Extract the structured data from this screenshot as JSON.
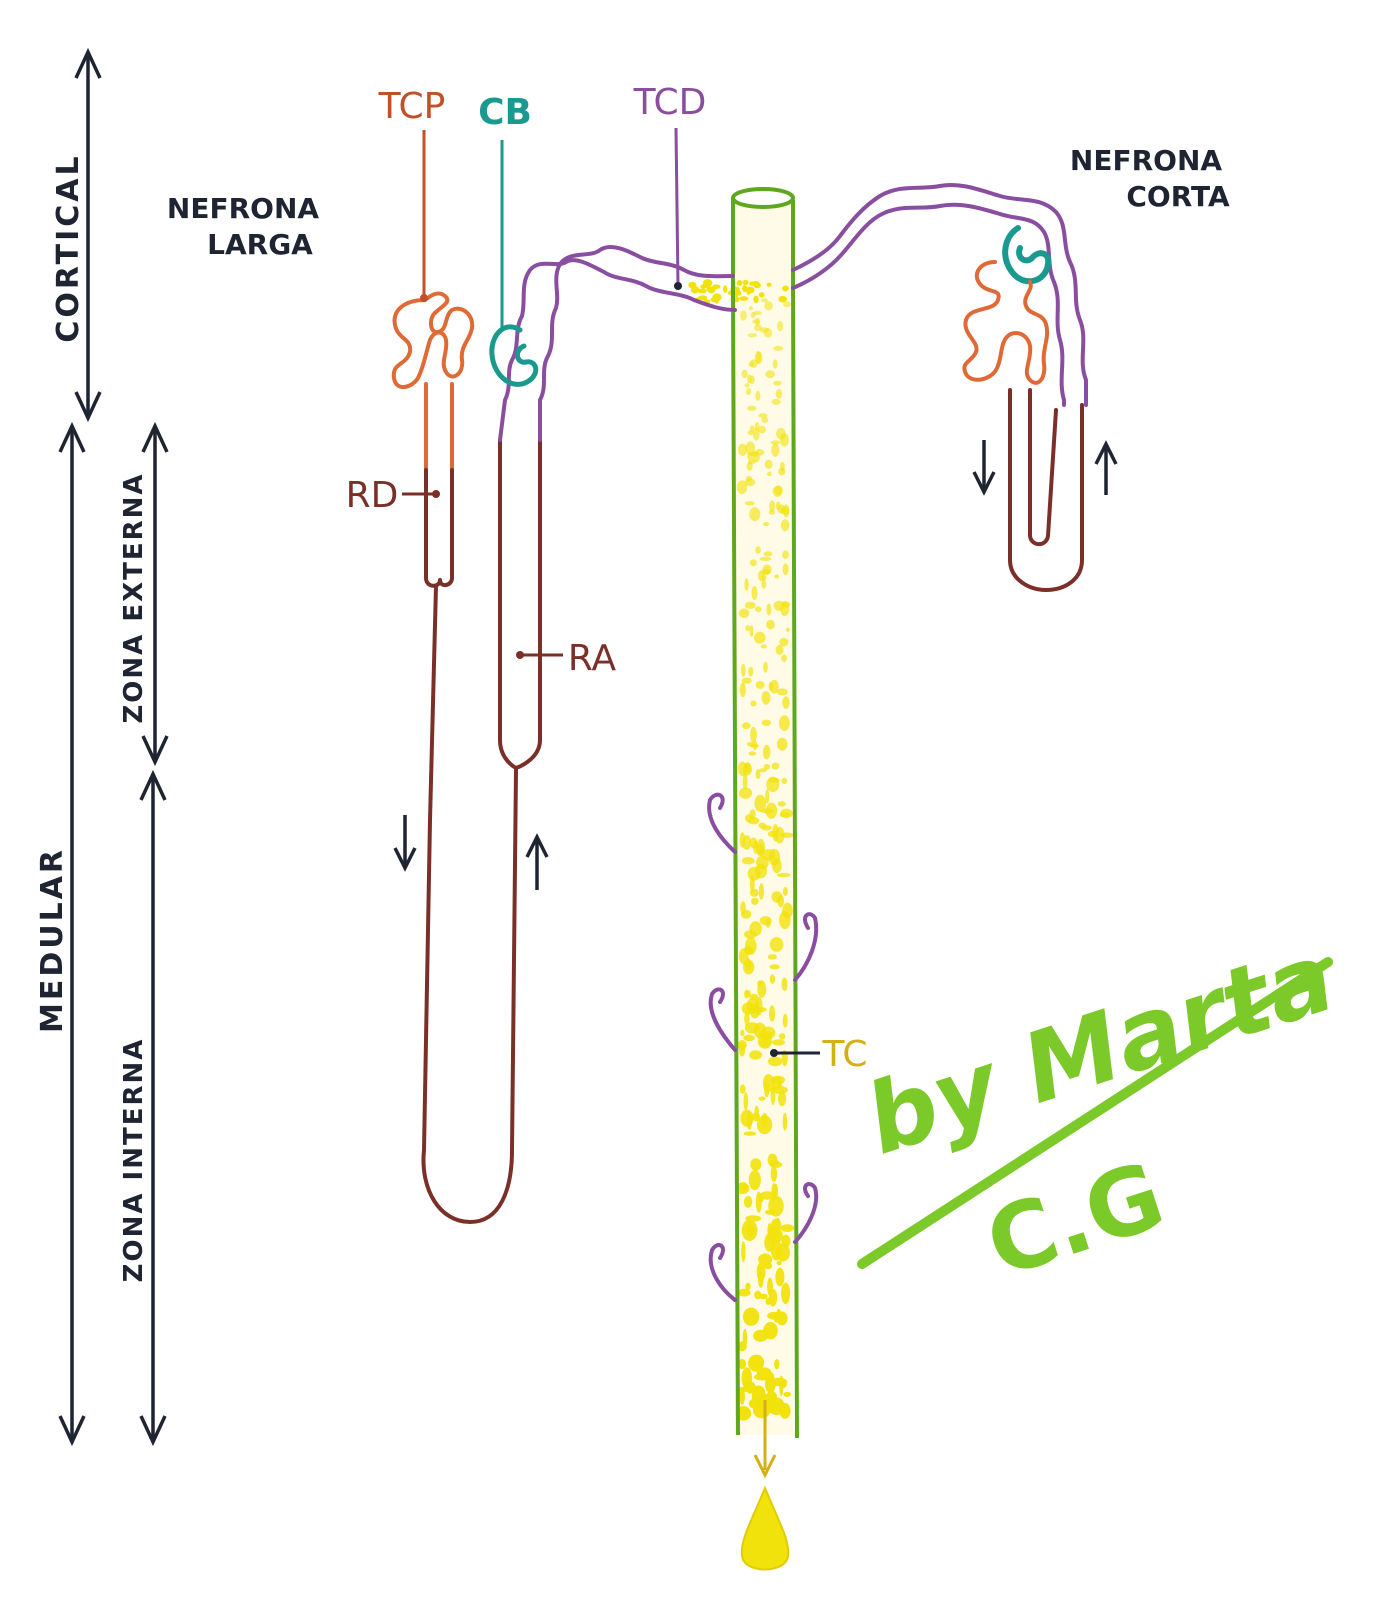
{
  "colors": {
    "ink": "#1f2433",
    "tcp": "#c0502a",
    "tcp_fill": "#e06a35",
    "cb": "#1a9a8e",
    "tcd": "#8a4ea0",
    "loop": "#7a3028",
    "collecting": "#5fa81e",
    "urine": "#f2e20c",
    "signature": "#7cc92a"
  },
  "zones": {
    "cortical": "CORTICAL",
    "medular": "MEDULAR",
    "zona_externa": "ZONA EXTERNA",
    "zona_interna": "ZONA INTERNA"
  },
  "titles": {
    "nefrona_larga_line1": "NEFRONA",
    "nefrona_larga_line2": "LARGA",
    "nefrona_corta_line1": "NEFRONA",
    "nefrona_corta_line2": "CORTA"
  },
  "labels": {
    "tcp": "TCP",
    "cb": "CB",
    "tcd": "TCD",
    "rd": "RD",
    "ra": "RA",
    "tc": "TC"
  },
  "signature": {
    "line1": "by Marta",
    "line2": "C.G"
  }
}
